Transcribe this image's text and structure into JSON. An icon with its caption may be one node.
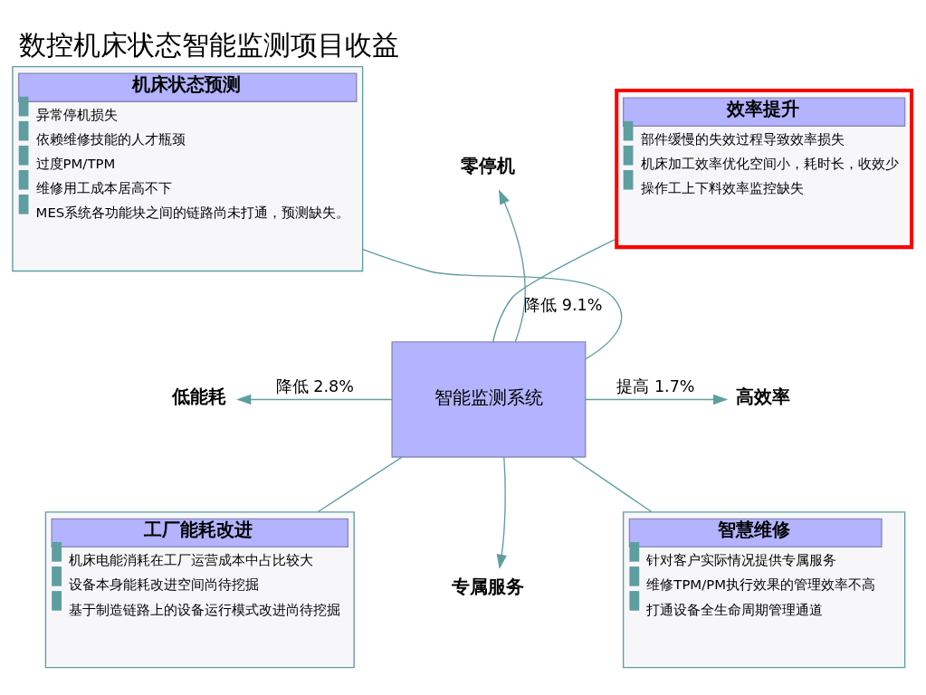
{
  "diagram": {
    "title": "数控机床状态智能监测项目收益",
    "nodes": [
      {
        "text": [
          "智能监测系统"
        ]
      },
      {
        "text": [
          "零停机"
        ]
      },
      {
        "text": [
          "高效率"
        ]
      },
      {
        "text": [
          "专属服务"
        ]
      },
      {
        "text": [
          "低能耗"
        ]
      },
      {
        "text": [
          "机床状态预测",
          "异常停机损失",
          "依赖维修技能的人才瓶颈",
          "过度PM/TPM",
          "维修用工成本居高不下",
          "MES系统各功能块之间的链路尚未打通，预测缺失。"
        ]
      },
      {
        "text": [
          "效率提升",
          "部件缓慢的失效过程导致效率损失",
          "机床加工效率优化空间小，耗时长，收效少",
          "操作工上下料效率监控缺失"
        ]
      },
      {
        "text": [
          "工厂能耗改进",
          "机床电能消耗在工厂运营成本中占比较大",
          "设备本身能耗改进空间尚待挖掘",
          "基于制造链路上的设备运行模式改进尚待挖掘"
        ]
      },
      {
        "text": [
          "智慧维修",
          "针对客户实际情况提供专属服务",
          "维修TPM/PM执行效果的管理效率不高",
          "打通设备全生命周期管理通道"
        ]
      }
    ],
    "edges": [
      {
        "from": 0,
        "to": 1,
        "arrow": "to",
        "label": "降低 9.1%"
      },
      {
        "from": 0,
        "to": 2,
        "arrow": "to",
        "label": "提高 1.7%"
      },
      {
        "from": 0,
        "to": 3,
        "arrow": "to"
      },
      {
        "from": 0,
        "to": 4,
        "arrow": "to",
        "label": "降低 2.8%"
      },
      {
        "from": 0,
        "to": 5,
        "arrow": "none"
      },
      {
        "from": 0,
        "to": 6,
        "arrow": "none"
      },
      {
        "from": 0,
        "to": 7,
        "arrow": "none"
      },
      {
        "from": 0,
        "to": 8,
        "arrow": "none"
      }
    ]
  }
}
